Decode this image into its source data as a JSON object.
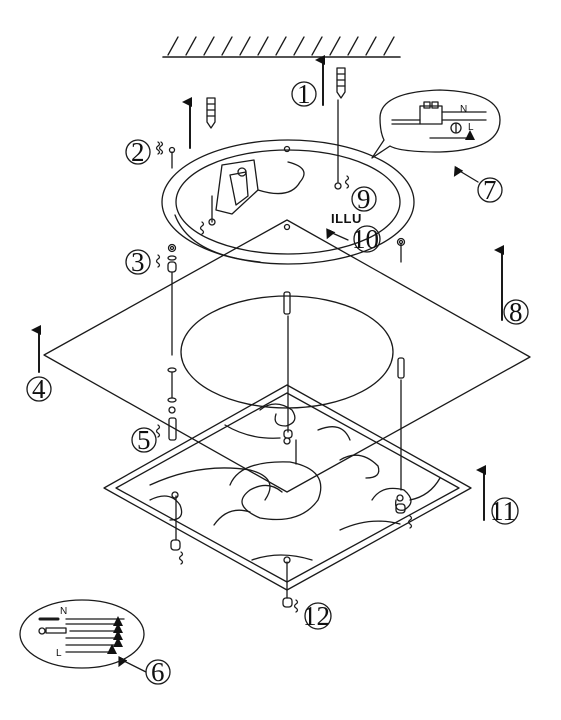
{
  "diagram": {
    "callouts": {
      "c1": "1",
      "c2": "2",
      "c3": "3",
      "c4": "4",
      "c5": "5",
      "c6": "6",
      "c7": "7",
      "c8": "8",
      "c9": "9",
      "c10": "10",
      "c11": "11",
      "c12": "12"
    },
    "brand_tag": "ILLU",
    "wiring": {
      "top_label_n": "N",
      "top_label_l": "L",
      "bottom_label_n": "N",
      "bottom_label_l": "L"
    },
    "icons": [
      "ceiling-hatch",
      "wall-plug",
      "screw",
      "ground-symbol",
      "up-arrow",
      "pointer-arrow"
    ],
    "colors": {
      "line": "#1a1a1a",
      "paper": "#ffffff"
    }
  }
}
